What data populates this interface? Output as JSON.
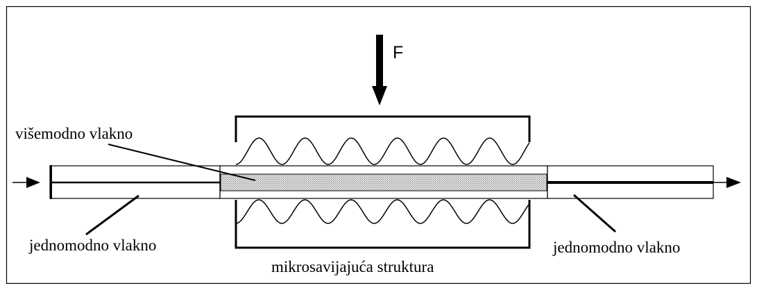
{
  "force": {
    "label": "F"
  },
  "labels": {
    "multimode_fiber": "višemodno vlakno",
    "singlemode_fiber_left": "jednomodno vlakno",
    "singlemode_fiber_right": "jednomodno vlakno",
    "microbend_structure": "mikrosavijajuća struktura"
  },
  "colors": {
    "line": "#000000",
    "multimode_fill": "#c8c8c8",
    "background": "#ffffff"
  }
}
